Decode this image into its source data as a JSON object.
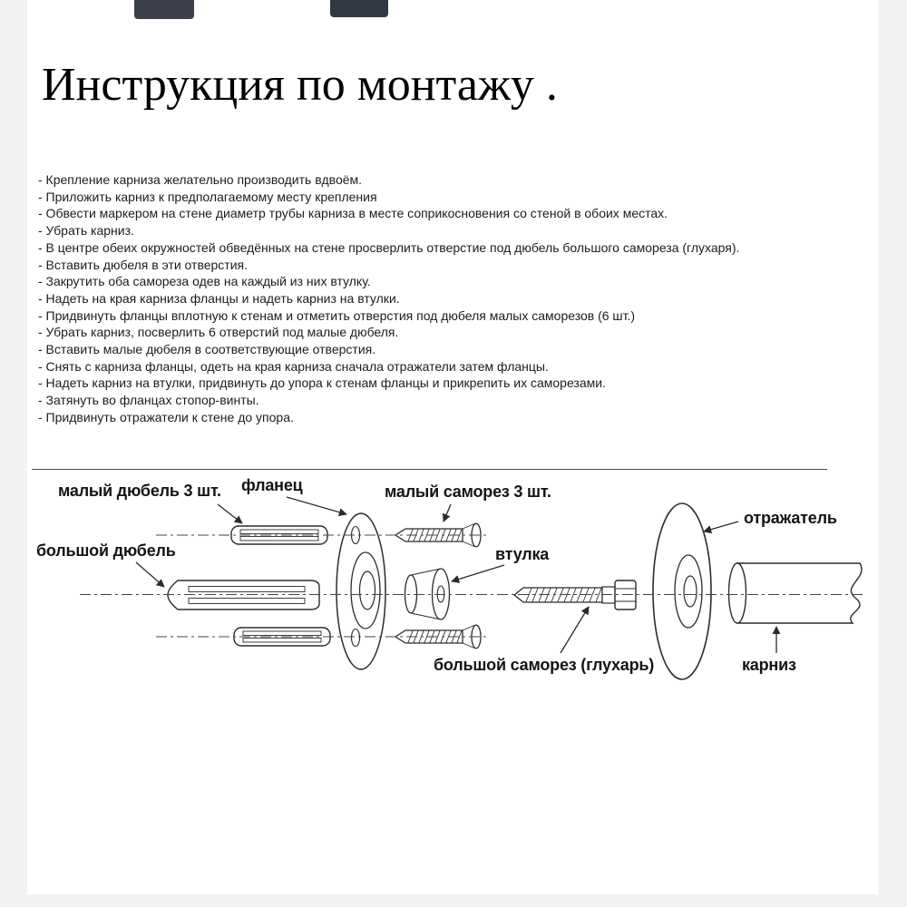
{
  "page": {
    "title": "Инструкция по монтажу ."
  },
  "instructions": {
    "items": [
      "- Крепление карниза желательно производить вдвоём.",
      "- Приложить карниз к предполагаемому месту крепления",
      "- Обвести маркером на стене диаметр трубы карниза в месте соприкосновения со стеной в обоих местах.",
      "- Убрать карниз.",
      "- В центре обеих окружностей обведённых на стене просверлить отверстие под дюбель большого самореза (глухаря).",
      "- Вставить дюбеля в эти отверстия.",
      "- Закрутить оба самореза одев на каждый из них втулку.",
      "- Надеть на края карниза фланцы и надеть карниз на втулки.",
      "- Придвинуть фланцы вплотную к стенам и отметить отверстия под дюбеля малых саморезов (6 шт.)",
      "- Убрать карниз, посверлить 6 отверстий под малые дюбеля.",
      "- Вставить малые дюбеля в соответствующие отверстия.",
      "- Снять с карниза фланцы, одеть на края карниза сначала отражатели затем фланцы.",
      "- Надеть карниз на втулки, придвинуть до упора к стенам фланцы и прикрепить их саморезами.",
      "- Затянуть во фланцах стопор-винты.",
      "- Придвинуть отражатели к стене до упора."
    ]
  },
  "diagram": {
    "labels": {
      "small_dowel": "малый дюбель 3 шт.",
      "flange": "фланец",
      "small_screw": "малый саморез 3 шт.",
      "large_dowel": "большой дюбель",
      "bushing": "втулка",
      "reflector": "отражатель",
      "large_screw": "большой саморез (глухарь)",
      "cornice": "карниз"
    }
  }
}
